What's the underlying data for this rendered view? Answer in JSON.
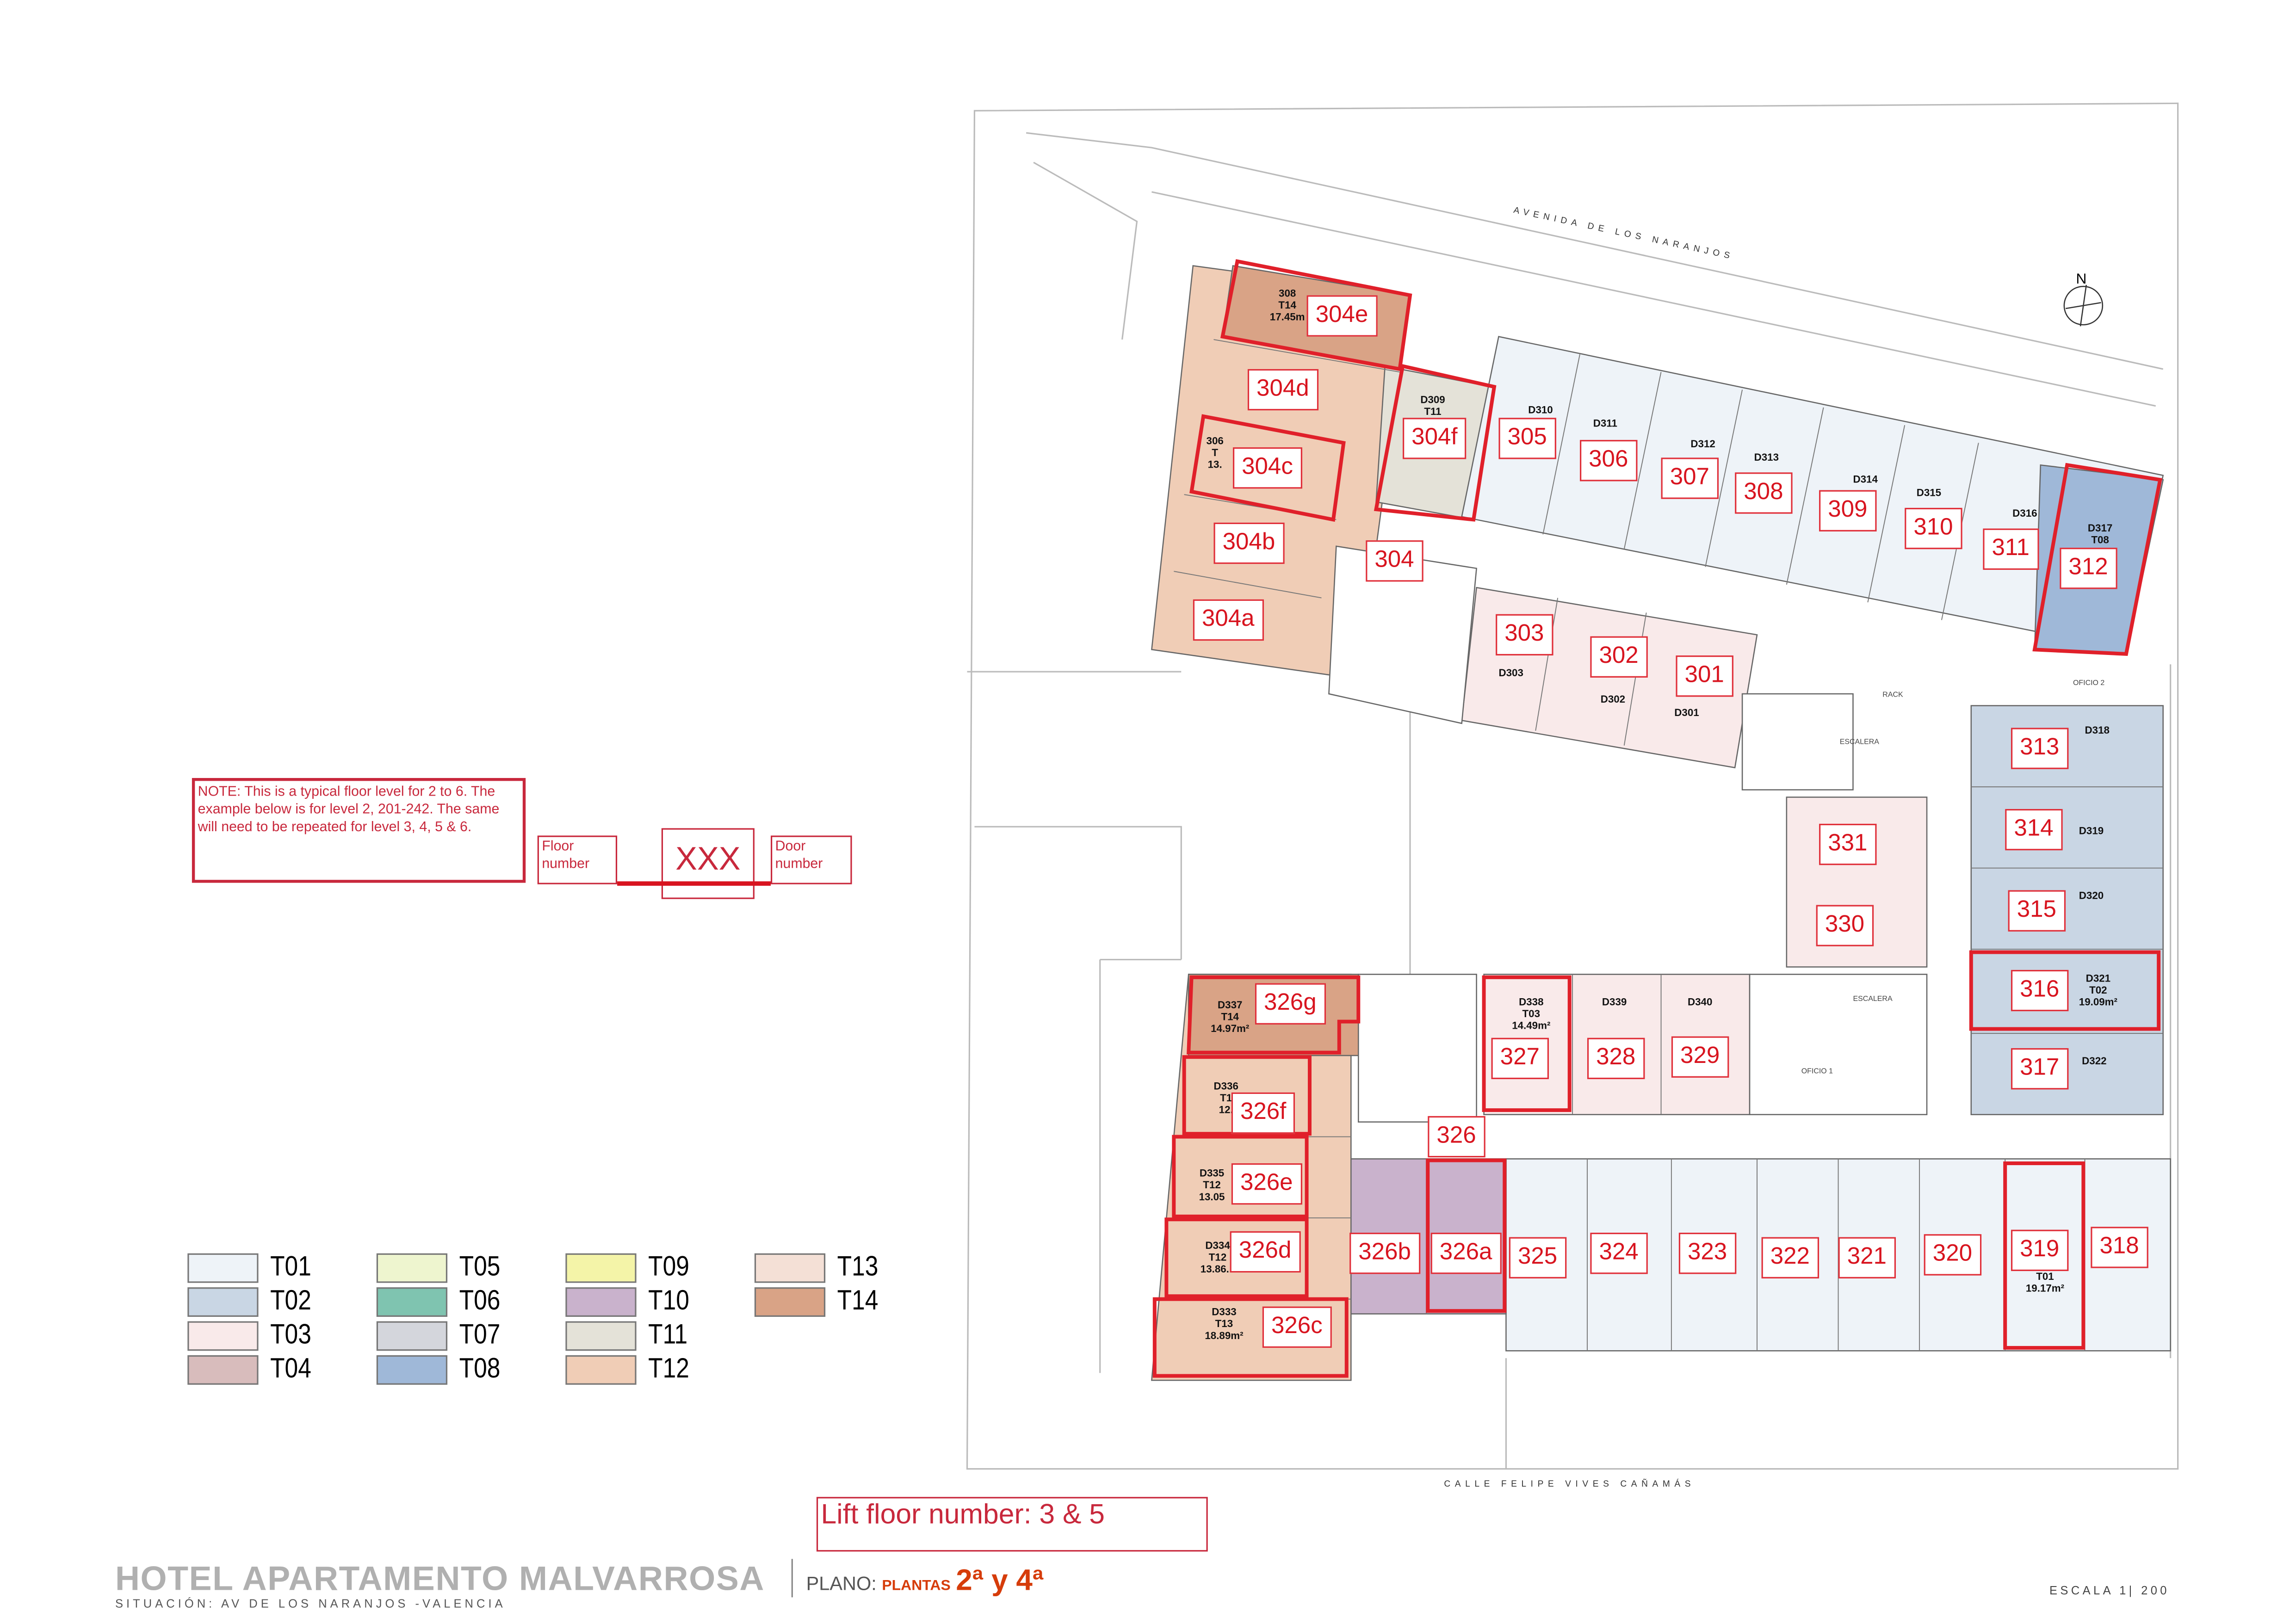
{
  "note": {
    "text": "NOTE: This is a typical floor level for 2 to 6. The example below is for level 2, 201-242. The same will need to be repeated for level 3, 4, 5 & 6.",
    "floor_label": "Floor number",
    "door_label": "Door number",
    "placeholder": "XXX"
  },
  "lift_note": "Lift floor number: 3 & 5",
  "title_block": {
    "project": "HOTEL  APARTAMENTO  MALVARROSA",
    "location": "SITUACIÓN: AV DE LOS NARANJOS -VALENCIA",
    "plano_prefix": "PLANO:",
    "plano_label": "PLANTAS",
    "floors": "2ª y 4ª",
    "scale": "ESCALA 1| 200"
  },
  "streets": {
    "north": "AVENIDA DE LOS NARANJOS",
    "south": "CALLE FELIPE VIVES CAÑAMÁS"
  },
  "north_arrow": "N",
  "highlight_color": "#e0202a",
  "legend": [
    {
      "code": "T01",
      "color": "#eef3f8"
    },
    {
      "code": "T02",
      "color": "#c9d6e4"
    },
    {
      "code": "T03",
      "color": "#f9eaea"
    },
    {
      "code": "T04",
      "color": "#d8bcbc"
    },
    {
      "code": "T05",
      "color": "#eef5cf"
    },
    {
      "code": "T06",
      "color": "#7fc4b0"
    },
    {
      "code": "T07",
      "color": "#d4d6dc"
    },
    {
      "code": "T08",
      "color": "#9fb8d8"
    },
    {
      "code": "T09",
      "color": "#f4f4a8"
    },
    {
      "code": "T10",
      "color": "#c9b2cc"
    },
    {
      "code": "T11",
      "color": "#e4e2d8"
    },
    {
      "code": "T12",
      "color": "#f0cdb6"
    },
    {
      "code": "T13",
      "color": "#f4e0d6"
    },
    {
      "code": "T14",
      "color": "#d9a386"
    }
  ],
  "rooms": [
    "304e",
    "304d",
    "304f",
    "305",
    "304c",
    "306",
    "307",
    "308",
    "309",
    "310",
    "311",
    "312",
    "304b",
    "304",
    "304a",
    "303",
    "302",
    "301",
    "313",
    "314",
    "315",
    "316",
    "317",
    "331",
    "330",
    "326g",
    "327",
    "328",
    "329",
    "326f",
    "326",
    "326e",
    "326b",
    "326a",
    "325",
    "324",
    "323",
    "322",
    "321",
    "320",
    "319",
    "318",
    "326d",
    "326c"
  ],
  "plan_labels": [
    "308\nT14\n17.45m",
    "D309\nT11",
    "306\nT\n13.",
    "D310",
    "D311",
    "D312",
    "D313",
    "D314",
    "D315",
    "D316",
    "D317\nT08",
    "D303",
    "D302",
    "D301",
    "D318",
    "D319",
    "D320",
    "D321\nT02\n19.09m²",
    "D322",
    "D337\nT14\n14.97m²",
    "D338\nT03\n14.49m²",
    "D339",
    "D340",
    "D336\nT1\n12.",
    "D335\nT12\n13.05",
    "D334\nT12\n13.86...",
    "D333\nT13\n18.89m²",
    "T01\n19.17m²"
  ],
  "plan_minor": [
    "OFICIO 2",
    "OFICIO 1",
    "ESCALERA",
    "ESCALERA",
    "RACK"
  ]
}
